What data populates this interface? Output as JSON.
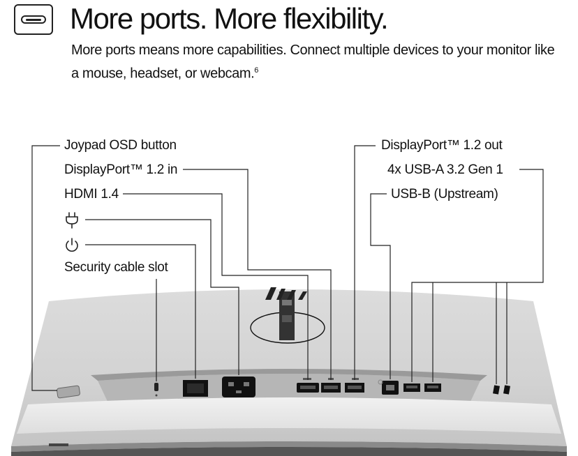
{
  "header": {
    "icon": "usb-c-port-icon",
    "title": "More ports. More flexibility.",
    "description": "More ports means more capabilities. Connect multiple devices to your monitor like a mouse, headset, or webcam.",
    "footnote": "6"
  },
  "callouts": {
    "left": [
      {
        "label": "Joypad OSD button"
      },
      {
        "label": "DisplayPort™ 1.2 in"
      },
      {
        "label": "HDMI 1.4"
      },
      {
        "icon": "power-plug-icon"
      },
      {
        "icon": "power-button-icon"
      },
      {
        "label": "Security cable slot"
      }
    ],
    "right": [
      {
        "label": "DisplayPort™ 1.2 out"
      },
      {
        "label": "4x USB-A 3.2 Gen 1"
      },
      {
        "label": "USB-B (Upstream)"
      }
    ]
  },
  "colors": {
    "line": "#222222",
    "monitor_body": "#d6d6d6",
    "port_black": "#111111"
  }
}
